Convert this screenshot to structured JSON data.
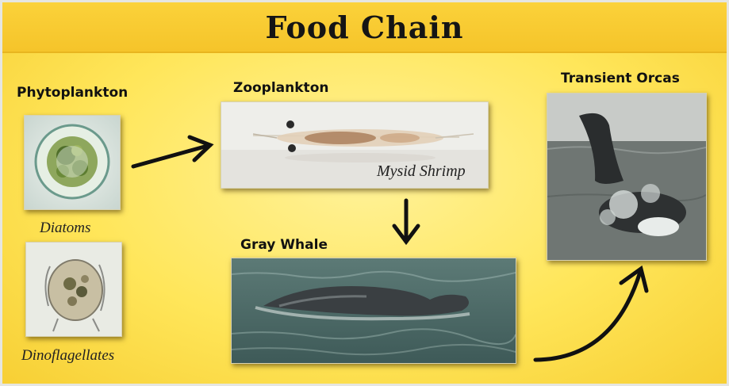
{
  "title": "Food Chain",
  "nodes": {
    "phytoplankton": {
      "label": "Phytoplankton"
    },
    "diatoms": {
      "caption": "Diatoms"
    },
    "dinoflagellates": {
      "caption": "Dinoflagellates"
    },
    "zooplankton": {
      "label": "Zooplankton",
      "caption": "Mysid Shrimp"
    },
    "gray_whale": {
      "label": "Gray Whale"
    },
    "transient_orcas": {
      "label": "Transient Orcas"
    }
  },
  "colors": {
    "header": "#f5c42a",
    "background": "#ffe65a",
    "arrow": "#111111"
  }
}
